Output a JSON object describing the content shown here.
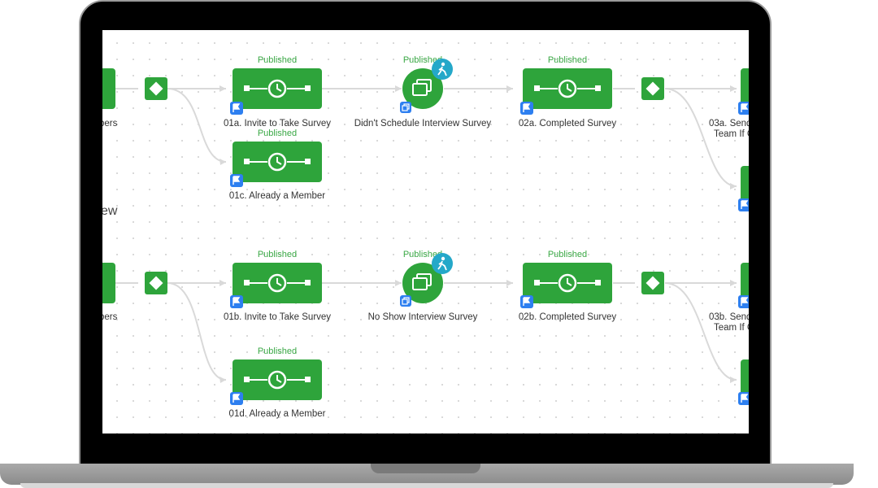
{
  "status_label": "Published",
  "colors": {
    "node_green": "#2ea43b",
    "status_green": "#3aa845",
    "flag_blue": "#2d7ff0",
    "badge_teal": "#24a8c9"
  },
  "icons": {
    "delay_node": "clock-icon",
    "survey_node": "window-stack-icon",
    "decision": "diamond-icon",
    "flag": "flag-icon",
    "walker": "walking-person-icon"
  },
  "left_partial": {
    "row1_label": "bers",
    "row2_label": "bers",
    "section_fragment": "ew"
  },
  "flow": {
    "row1": {
      "node_a": "01a. Invite to Take Survey",
      "node_c": "01c. Already a Member",
      "survey": "Didn't Schedule Interview Survey",
      "completed": "02a. Completed Survey",
      "send_line1": "03a. Send",
      "send_line2": "Team If C"
    },
    "row2": {
      "node_b": "01b. Invite to Take Survey",
      "node_d": "01d. Already a Member",
      "survey": "No Show Interview Survey",
      "completed": "02b. Completed Survey",
      "send_line1": "03b. Send",
      "send_line2": "Team If C"
    }
  }
}
